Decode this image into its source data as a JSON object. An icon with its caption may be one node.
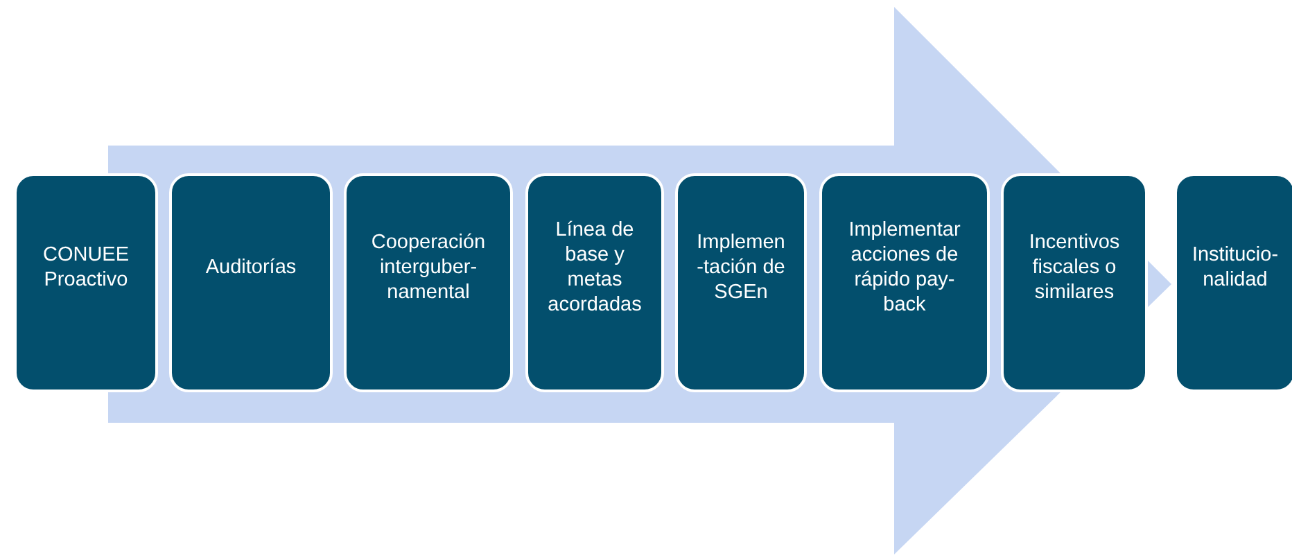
{
  "diagram": {
    "nodes": [
      {
        "text": [
          "CONUEE Proactivo"
        ]
      },
      {
        "text": [
          "Auditorías"
        ]
      },
      {
        "text": [
          "Cooperación interguber- namental"
        ]
      },
      {
        "text": [
          "Línea de base y metas acordadas"
        ]
      },
      {
        "text": [
          "Implemen -tación de SGEn"
        ]
      },
      {
        "text": [
          "Implementar acciones de rápido pay- back"
        ]
      },
      {
        "text": [
          "Incentivos fiscales o similares"
        ]
      },
      {
        "text": [
          "Institucio- nalidad"
        ]
      }
    ],
    "edges": [
      {
        "from": 0,
        "to": 7,
        "arrow": "to"
      }
    ]
  }
}
